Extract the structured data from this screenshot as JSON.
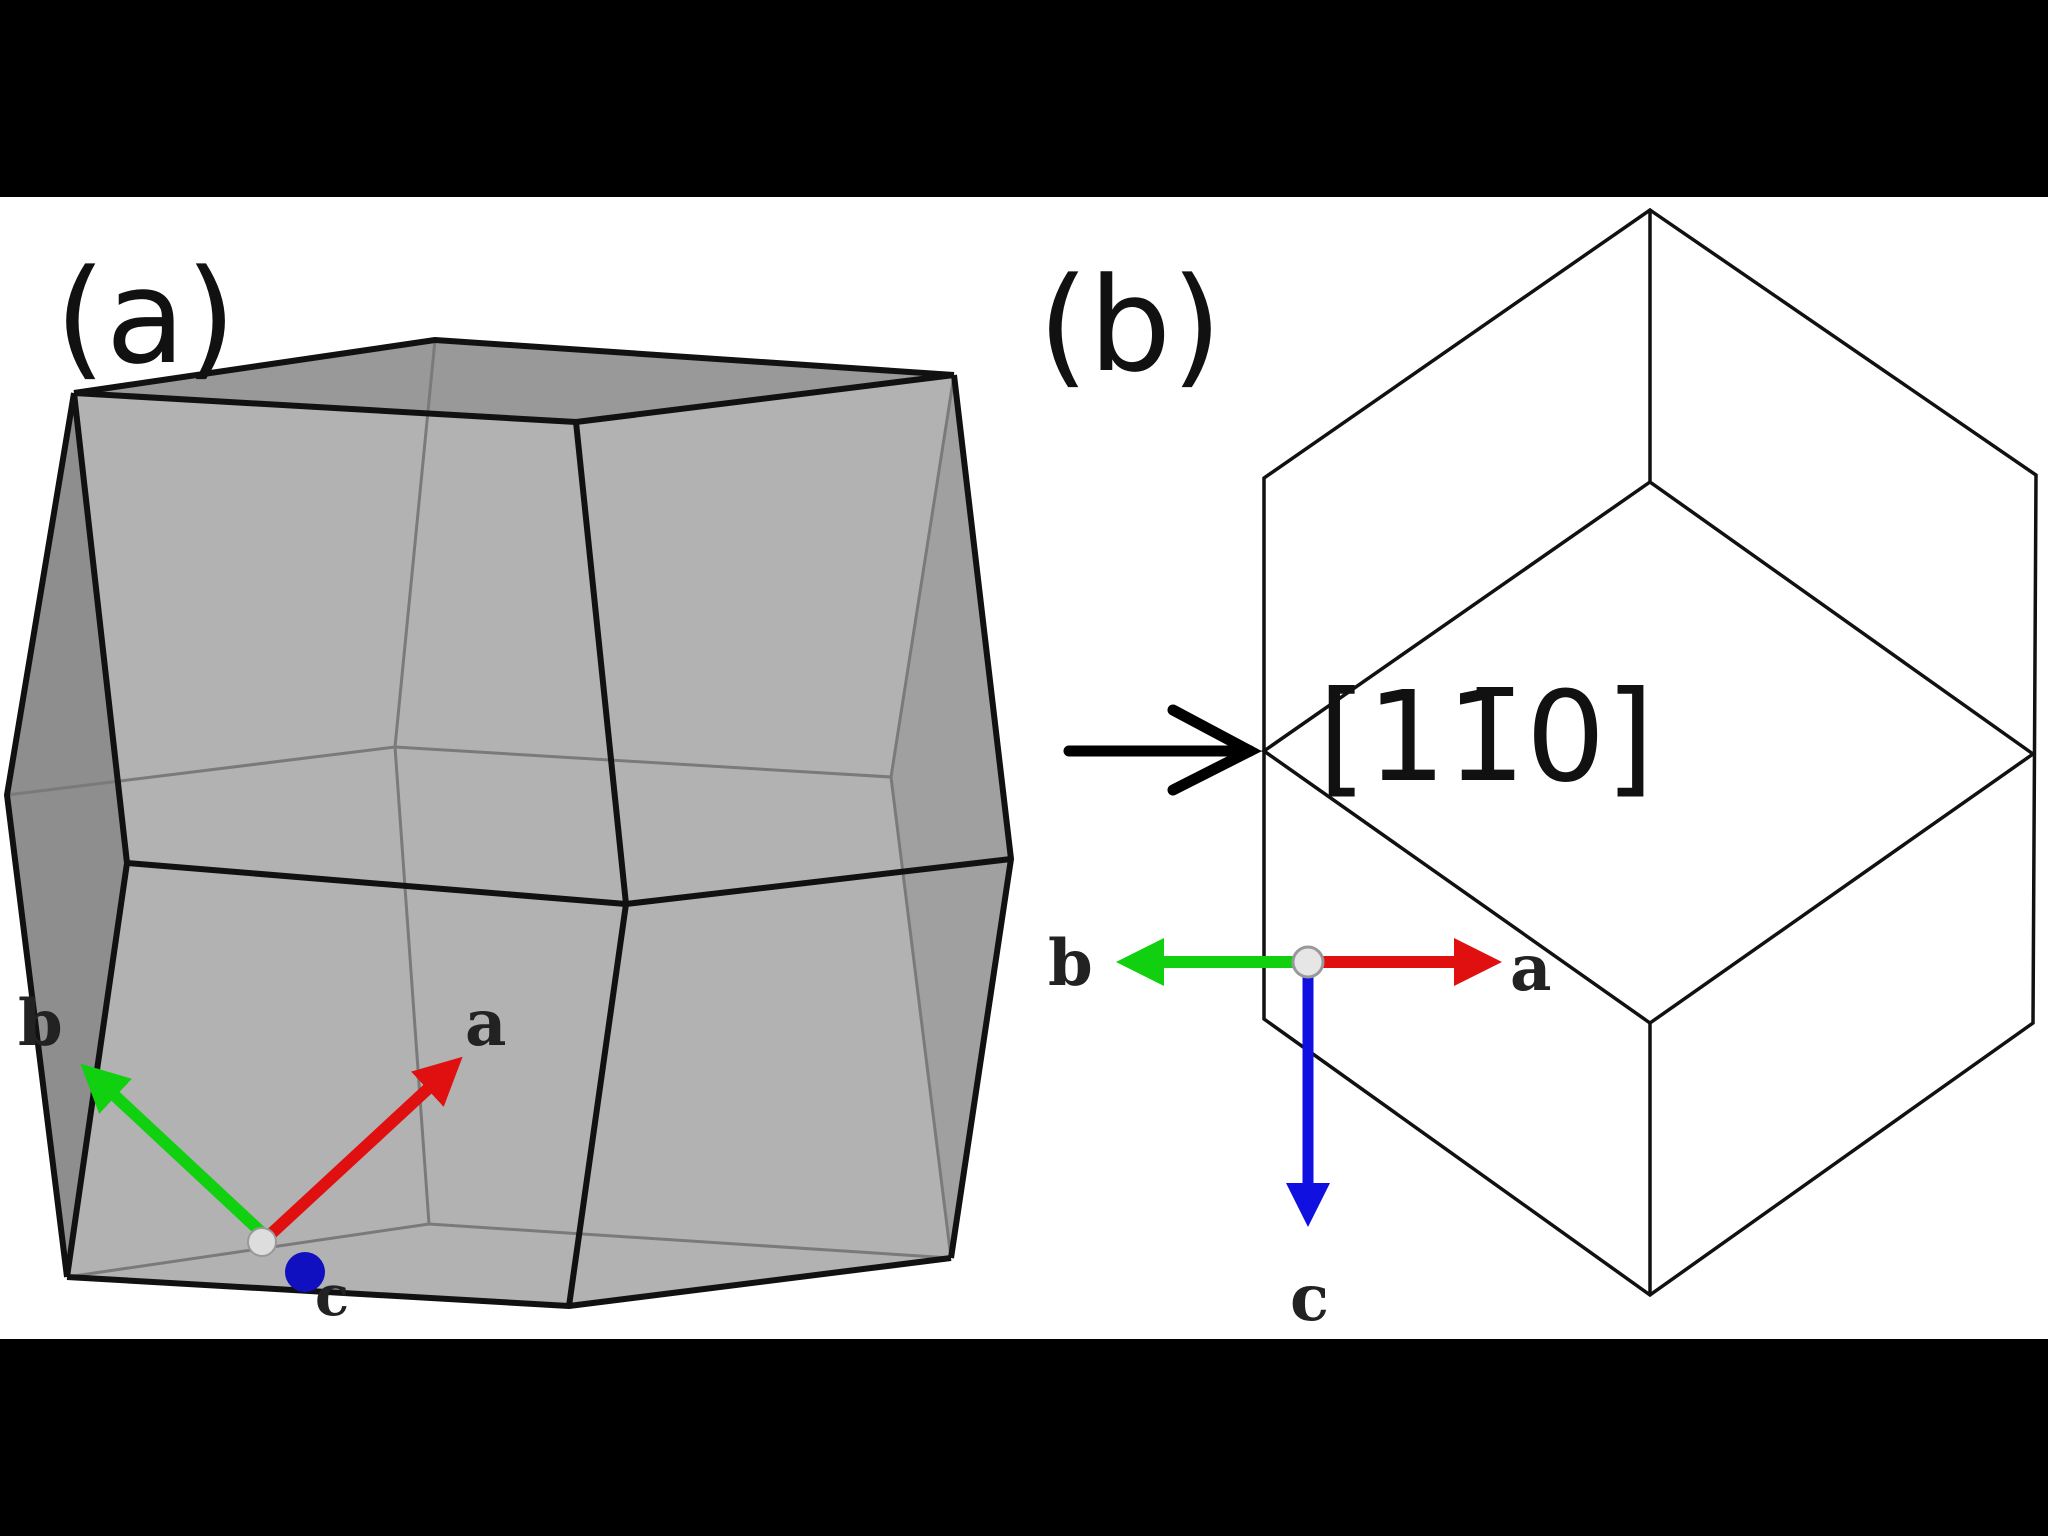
{
  "panel_a": {
    "label": "(a)",
    "axes": {
      "a": "a",
      "b": "b",
      "c": "c"
    }
  },
  "panel_b": {
    "label": "(b)",
    "direction_label": "[11̄0]",
    "axes": {
      "a": "a",
      "b": "b",
      "c": "c"
    }
  },
  "colors": {
    "axis_a": "#e01010",
    "axis_b": "#10d010",
    "axis_c": "#1010e0",
    "face": "#b4b4b4",
    "side": "#8e8e8e"
  }
}
